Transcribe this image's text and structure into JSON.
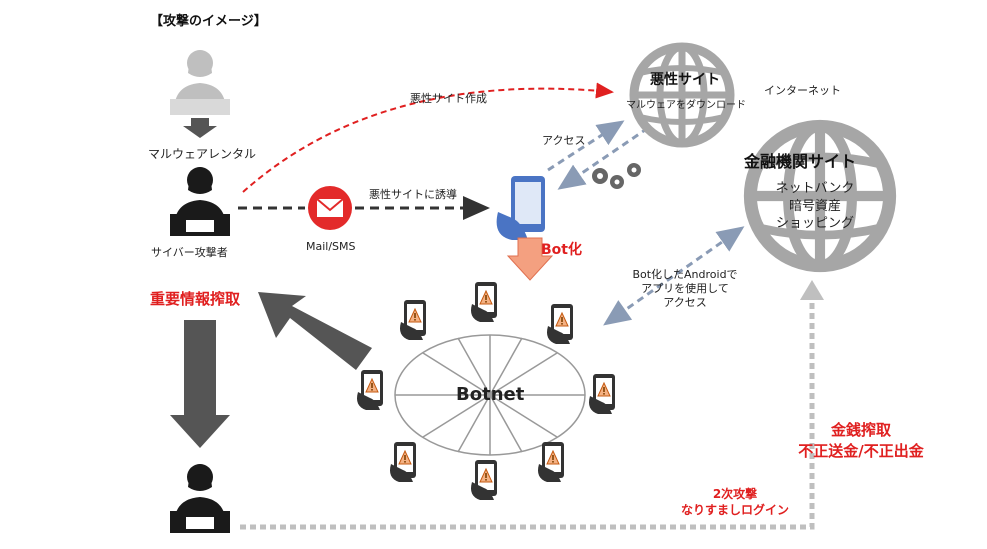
{
  "diagram": {
    "title": "【攻撃のイメージ】",
    "labels": {
      "malware_rental": "マルウェアレンタル",
      "attacker": "サイバー攻撃者",
      "mail_sms": "Mail/SMS",
      "lure": "悪性サイトに誘導",
      "create_site": "悪性サイト作成",
      "malicious_site": "悪性サイト",
      "malware_download": "マルウェアをダウンロード",
      "access": "アクセス",
      "internet": "インターネット",
      "financial_site": "金融機関サイト",
      "financial_items": [
        "ネットバンク",
        "暗号資産",
        "ショッピング"
      ],
      "bot_ka": "Bot化",
      "botnet": "Botnet",
      "bot_android_access": [
        "Bot化したAndroidで",
        "アプリを使用して",
        "アクセス"
      ],
      "info_theft": "重要情報搾取",
      "money_theft": [
        "金銭搾取",
        "不正送金/不正出金"
      ],
      "secondary_attack": [
        "2次攻撃",
        "なりすましログイン"
      ]
    },
    "colors": {
      "red": "#e02020",
      "dark": "#1a1a1a",
      "gray": "#bfbfbf",
      "arrow_gray": "#555555",
      "blue_dash": "#8a9bb5",
      "phone_blue": "#4a74c4",
      "down_arrow_orange": "#f4a080"
    },
    "icons": [
      "hacker-icon",
      "mail-icon",
      "smartphone-icon",
      "globe-icon",
      "gears-icon",
      "warning-icon"
    ]
  }
}
